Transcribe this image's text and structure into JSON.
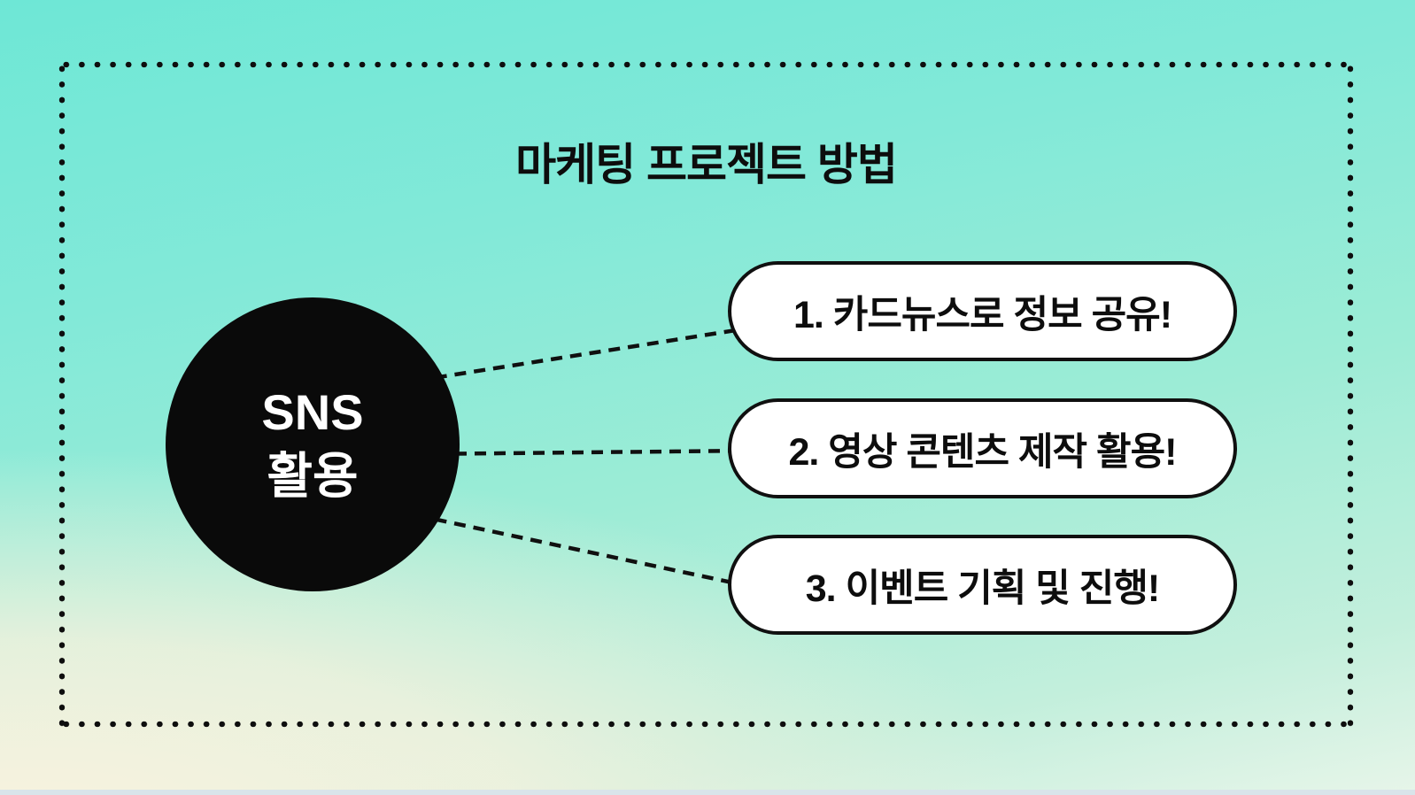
{
  "title": "마케팅 프로젝트 방법",
  "center_node": {
    "line1": "SNS",
    "line2": "활용"
  },
  "items": [
    {
      "label": "1. 카드뉴스로 정보 공유!"
    },
    {
      "label": "2. 영상 콘텐츠 제작 활용!"
    },
    {
      "label": "3. 이벤트 기획 및 진행!"
    }
  ],
  "colors": {
    "background_top_teal": "#6ee7d6",
    "background_mid_mint": "#9cecd6",
    "background_bottom_cream": "#f8f2de",
    "background_bottom_pale": "#e7f5e9",
    "bottom_strip": "#d9e4ea",
    "node_fill": "#0a0a0a",
    "node_text": "#ffffff",
    "pill_fill": "#ffffff",
    "outline_black": "#101010"
  }
}
